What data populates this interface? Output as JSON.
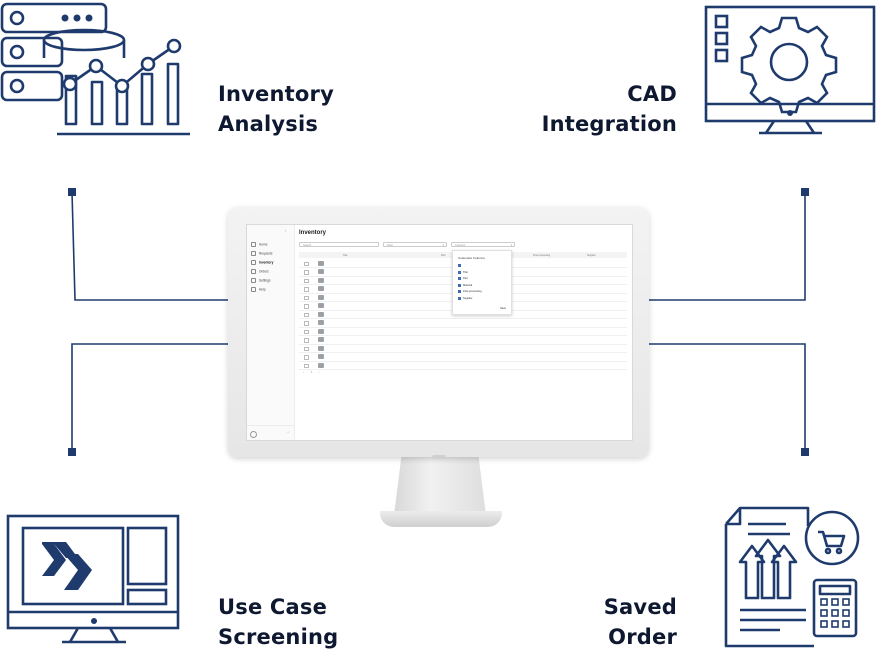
{
  "features": {
    "inventory_analysis": {
      "line1": "Inventory",
      "line2": "Analysis"
    },
    "cad_integration": {
      "line1": "CAD",
      "line2": "Integration"
    },
    "use_case_screening": {
      "line1": "Use Case",
      "line2": "Screening"
    },
    "saved_order": {
      "line1": "Saved",
      "line2": "Order"
    }
  },
  "colors": {
    "navy": "#1f3b6e",
    "text": "#0e1830",
    "accent_blue": "#3d6eb4"
  },
  "icons": {
    "inventory_analysis": "server-bar-chart-icon",
    "cad_integration": "monitor-gear-icon",
    "use_case_screening": "monitor-logo-icon",
    "saved_order": "document-cart-calculator-icon"
  },
  "app": {
    "title": "Inventory",
    "search_placeholder": "Search",
    "filter_1": "Filter",
    "filter_2": "Columns",
    "sidebar": [
      {
        "label": "Home",
        "active": false
      },
      {
        "label": "Requests",
        "active": false
      },
      {
        "label": "Inventory",
        "active": true
      },
      {
        "label": "Orders",
        "active": false
      },
      {
        "label": "Settings",
        "active": false
      },
      {
        "label": "Help",
        "active": false
      }
    ],
    "columns": [
      "Title",
      "Part",
      "Material",
      "Post-processing",
      "Supplier"
    ],
    "rows": [
      {
        "title": "",
        "part": "",
        "material": "",
        "post": "",
        "supplier": ""
      },
      {
        "title": "",
        "part": "",
        "material": "",
        "post": "",
        "supplier": ""
      },
      {
        "title": "",
        "part": "",
        "material": "",
        "post": "",
        "supplier": ""
      },
      {
        "title": "",
        "part": "",
        "material": "",
        "post": "",
        "supplier": ""
      },
      {
        "title": "",
        "part": "",
        "material": "",
        "post": "",
        "supplier": ""
      },
      {
        "title": "",
        "part": "",
        "material": "",
        "post": "",
        "supplier": ""
      },
      {
        "title": "",
        "part": "",
        "material": "",
        "post": "",
        "supplier": ""
      },
      {
        "title": "",
        "part": "",
        "material": "",
        "post": "",
        "supplier": ""
      },
      {
        "title": "",
        "part": "",
        "material": "",
        "post": "",
        "supplier": ""
      },
      {
        "title": "",
        "part": "",
        "material": "",
        "post": "",
        "supplier": ""
      },
      {
        "title": "",
        "part": "",
        "material": "",
        "post": "",
        "supplier": ""
      },
      {
        "title": "",
        "part": "",
        "material": "",
        "post": "",
        "supplier": ""
      },
      {
        "title": "",
        "part": "",
        "material": "",
        "post": "",
        "supplier": ""
      }
    ],
    "popup": {
      "title": "Customize Columns",
      "options": [
        "",
        "Title",
        "Part",
        "Material",
        "Post-processing",
        "Supplier"
      ],
      "save_label": "Save"
    }
  }
}
